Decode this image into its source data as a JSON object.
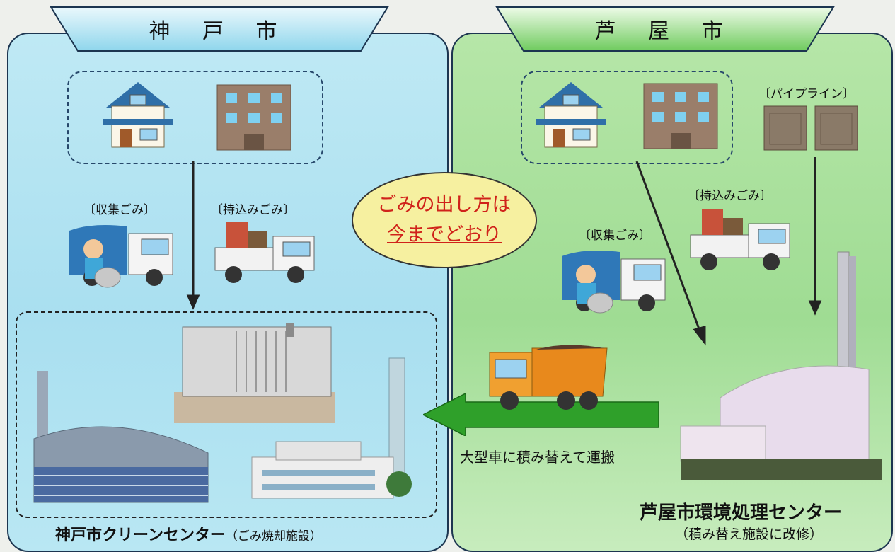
{
  "kobe": {
    "title": "神 戸 市",
    "label_collect": "〔収集ごみ〕",
    "label_carry": "〔持込みごみ〕",
    "center_name": "神戸市クリーンセンター",
    "center_sub": "（ごみ焼却施設）"
  },
  "ashiya": {
    "title": "芦 屋 市",
    "label_pipeline": "〔パイプライン〕",
    "label_carry": "〔持込みごみ〕",
    "label_collect": "〔収集ごみ〕",
    "center_name": "芦屋市環境処理センター",
    "center_sub": "（積み替え施設に改修）"
  },
  "bubble": {
    "line1": "ごみの出し方は",
    "line2": "今までどおり"
  },
  "transfer_label": "大型車に積み替えて運搬",
  "colors": {
    "kobe_panel": "#a9dff0",
    "ashiya_panel": "#9fdc93",
    "bubble_fill": "#f6f0a0",
    "bubble_text": "#d0221a",
    "transfer_arrow": "#2fa02a"
  },
  "icons": [
    "house-icon",
    "apartment-icon",
    "pipeline-unit-icon",
    "garbage-truck-icon",
    "pickup-truck-icon",
    "dump-truck-icon",
    "incinerator-facility-icon",
    "transfer-facility-icon",
    "arrow-down-icon",
    "arrow-left-icon"
  ]
}
